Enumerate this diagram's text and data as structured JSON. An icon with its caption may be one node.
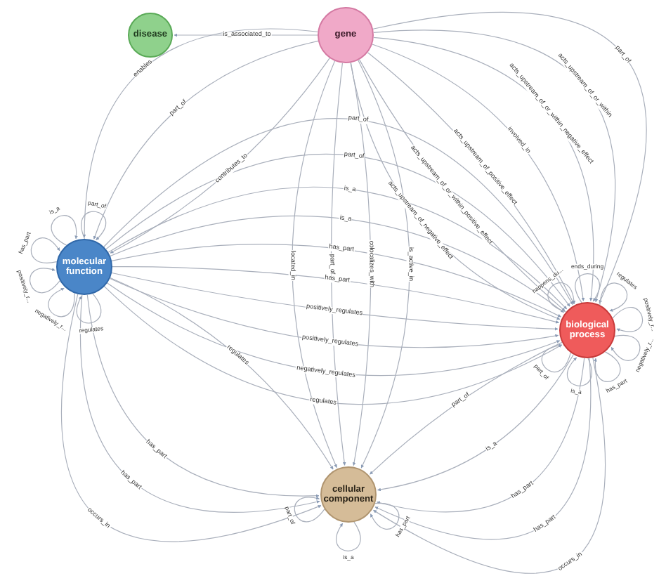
{
  "diagram": {
    "nodes": [
      {
        "text": [
          "disease"
        ]
      },
      {
        "text": [
          "gene"
        ]
      },
      {
        "text": [
          "molecular function"
        ]
      },
      {
        "text": [
          "biological process"
        ]
      },
      {
        "text": [
          "cellular component"
        ]
      }
    ],
    "edges": [
      {
        "from": 1,
        "to": 0,
        "arrow": "to",
        "label": "is_associated_to"
      },
      {
        "from": 1,
        "to": 2,
        "arrow": "to",
        "label": "enables"
      },
      {
        "from": 1,
        "to": 2,
        "arrow": "to",
        "label": "part_of"
      },
      {
        "from": 1,
        "to": 2,
        "arrow": "to",
        "label": "contributes_to"
      },
      {
        "from": 1,
        "to": 3,
        "arrow": "to",
        "label": "part_of"
      },
      {
        "from": 1,
        "to": 3,
        "arrow": "to",
        "label": "acts_upstream_of_or_within"
      },
      {
        "from": 1,
        "to": 3,
        "arrow": "to",
        "label": "acts_upstream_of_or_within_negative_effect"
      },
      {
        "from": 1,
        "to": 3,
        "arrow": "to",
        "label": "involved_in"
      },
      {
        "from": 1,
        "to": 3,
        "arrow": "to",
        "label": "acts_upstream_of_positive_effect"
      },
      {
        "from": 1,
        "to": 3,
        "arrow": "to",
        "label": "acts_upstream_of_or_within_positive_effect"
      },
      {
        "from": 1,
        "to": 3,
        "arrow": "to",
        "label": "acts_upstream_of_negative_effect"
      },
      {
        "from": 1,
        "to": 4,
        "arrow": "to",
        "label": "is_active_in"
      },
      {
        "from": 1,
        "to": 4,
        "arrow": "to",
        "label": "colocalizes_with"
      },
      {
        "from": 1,
        "to": 4,
        "arrow": "to",
        "label": "part_of"
      },
      {
        "from": 1,
        "to": 4,
        "arrow": "to",
        "label": "located_in"
      },
      {
        "from": 2,
        "to": 2,
        "arrow": "to",
        "label": "is_a"
      },
      {
        "from": 2,
        "to": 2,
        "arrow": "to",
        "label": "part_of"
      },
      {
        "from": 2,
        "to": 2,
        "arrow": "to",
        "label": "has_part"
      },
      {
        "from": 2,
        "to": 2,
        "arrow": "to",
        "label": "positively_r..."
      },
      {
        "from": 2,
        "to": 2,
        "arrow": "to",
        "label": "negatively_r..."
      },
      {
        "from": 2,
        "to": 2,
        "arrow": "to",
        "label": "regulates"
      },
      {
        "from": 2,
        "to": 3,
        "arrow": "to",
        "label": "part_of"
      },
      {
        "from": 2,
        "to": 3,
        "arrow": "to",
        "label": "part_of"
      },
      {
        "from": 2,
        "to": 3,
        "arrow": "to",
        "label": "is_a"
      },
      {
        "from": 2,
        "to": 3,
        "arrow": "to",
        "label": "is_a"
      },
      {
        "from": 2,
        "to": 3,
        "arrow": "to",
        "label": "has_part"
      },
      {
        "from": 2,
        "to": 3,
        "arrow": "to",
        "label": "has_part"
      },
      {
        "from": 2,
        "to": 3,
        "arrow": "to",
        "label": "positively_regulates"
      },
      {
        "from": 2,
        "to": 3,
        "arrow": "to",
        "label": "positively_regulates"
      },
      {
        "from": 2,
        "to": 3,
        "arrow": "to",
        "label": "negatively_regulates"
      },
      {
        "from": 2,
        "to": 3,
        "arrow": "to",
        "label": "regulates"
      },
      {
        "from": 3,
        "to": 3,
        "arrow": "to",
        "label": "happens_du..."
      },
      {
        "from": 3,
        "to": 3,
        "arrow": "to",
        "label": "ends_during"
      },
      {
        "from": 3,
        "to": 3,
        "arrow": "to",
        "label": "regulates"
      },
      {
        "from": 3,
        "to": 3,
        "arrow": "to",
        "label": "positively_r..."
      },
      {
        "from": 3,
        "to": 3,
        "arrow": "to",
        "label": "negatively_r..."
      },
      {
        "from": 3,
        "to": 3,
        "arrow": "to",
        "label": "has_part"
      },
      {
        "from": 3,
        "to": 3,
        "arrow": "to",
        "label": "is_a"
      },
      {
        "from": 3,
        "to": 3,
        "arrow": "to",
        "label": "part_of"
      },
      {
        "from": 2,
        "to": 4,
        "arrow": "to",
        "label": "occurs_in"
      },
      {
        "from": 2,
        "to": 4,
        "arrow": "to",
        "label": "has_part"
      },
      {
        "from": 2,
        "to": 4,
        "arrow": "to",
        "label": "has_part"
      },
      {
        "from": 2,
        "to": 4,
        "arrow": "to",
        "label": "regulates"
      },
      {
        "from": 3,
        "to": 4,
        "arrow": "to",
        "label": "occurs_in"
      },
      {
        "from": 3,
        "to": 4,
        "arrow": "to",
        "label": "has_part"
      },
      {
        "from": 3,
        "to": 4,
        "arrow": "to",
        "label": "has_part"
      },
      {
        "from": 3,
        "to": 4,
        "arrow": "to",
        "label": "is_a"
      },
      {
        "from": 3,
        "to": 4,
        "arrow": "to",
        "label": "part_of"
      },
      {
        "from": 4,
        "to": 4,
        "arrow": "to",
        "label": "part_of"
      },
      {
        "from": 4,
        "to": 4,
        "arrow": "to",
        "label": "has_part"
      },
      {
        "from": 4,
        "to": 4,
        "arrow": "to",
        "label": "is_a"
      }
    ]
  }
}
